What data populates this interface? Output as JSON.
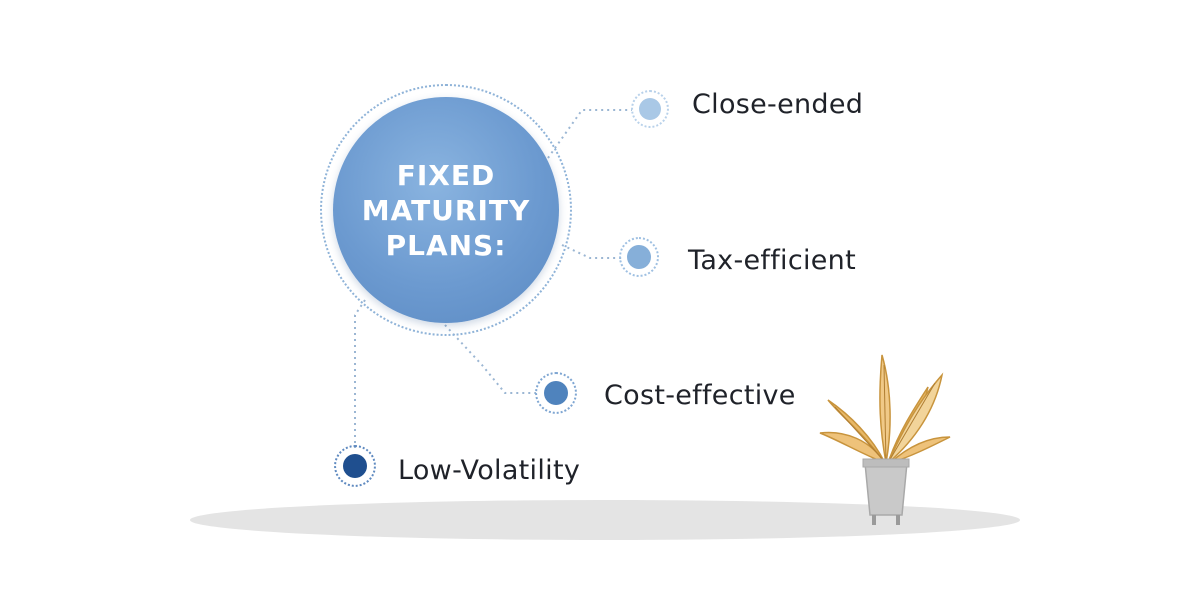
{
  "hub": {
    "title_lines": [
      "FIXED",
      "MATURITY",
      "PLANS:"
    ],
    "fill_color": "#6c9ad0",
    "text_color": "#ffffff"
  },
  "items": [
    {
      "label": "Close-ended",
      "color": "#a9c8e6"
    },
    {
      "label": "Tax-efficient",
      "color": "#86afd9"
    },
    {
      "label": "Cost-effective",
      "color": "#4f83bd"
    },
    {
      "label": "Low-Volatility",
      "color": "#1f4f8f"
    }
  ],
  "decoration": {
    "plant_icon": "potted-plant-icon",
    "leaf_color": "#e8b866",
    "pot_color": "#c9c9c9"
  }
}
